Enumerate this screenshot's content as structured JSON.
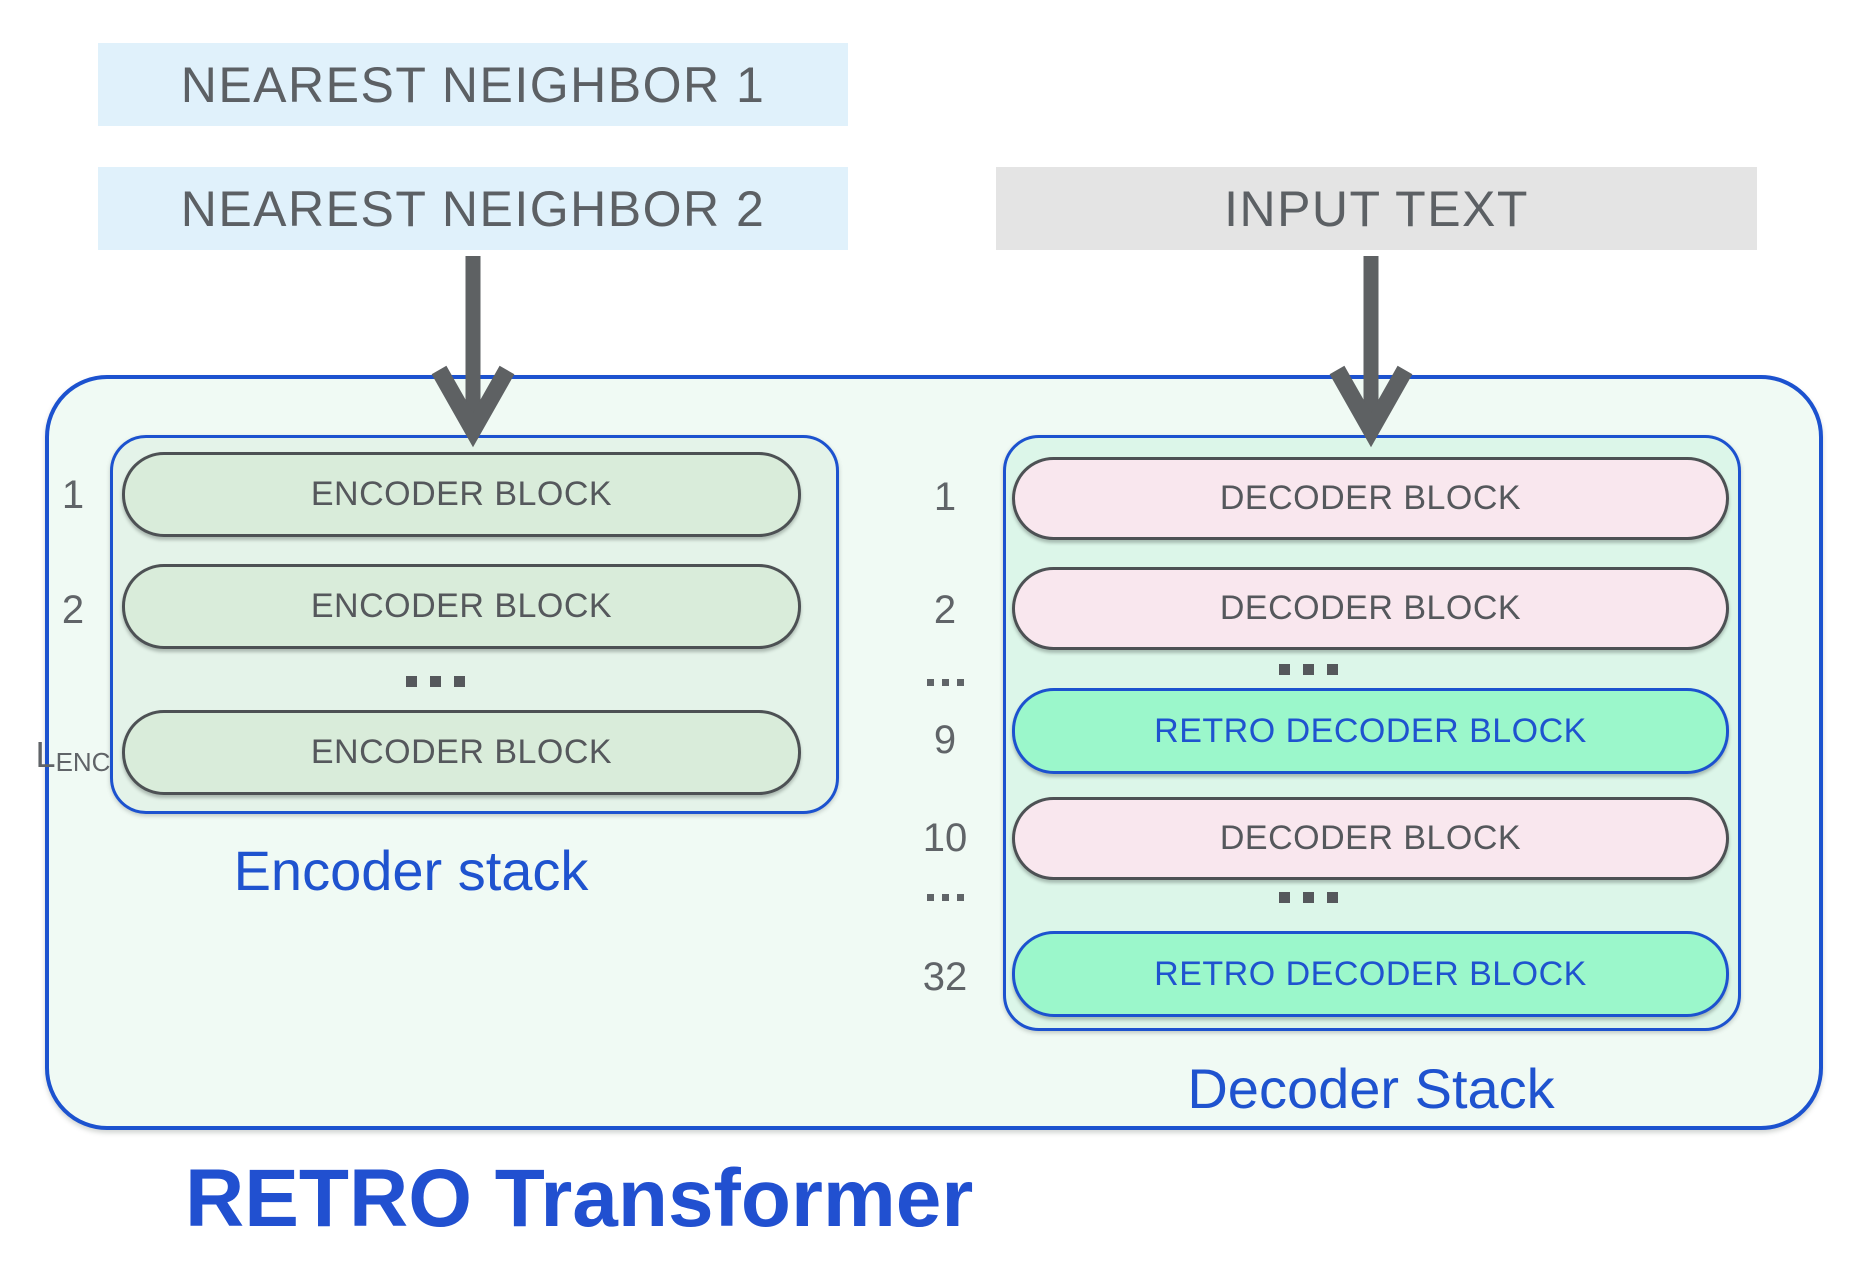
{
  "inputs": {
    "nearest_neighbor_1": "NEAREST NEIGHBOR 1",
    "nearest_neighbor_2": "NEAREST NEIGHBOR 2",
    "input_text": "INPUT TEXT"
  },
  "retro_transformer": {
    "title": "RETRO Transformer",
    "encoder_stack": {
      "label": "Encoder stack",
      "indices": {
        "first": "1",
        "second": "2",
        "last_base": "L",
        "last_subscript": "ENC"
      },
      "blocks": [
        {
          "label": "ENCODER BLOCK"
        },
        {
          "label": "ENCODER BLOCK"
        },
        {
          "label": "ENCODER BLOCK"
        }
      ],
      "ellipsis": "..."
    },
    "decoder_stack": {
      "label": "Decoder Stack",
      "rows": [
        {
          "index": "1",
          "label": "DECODER BLOCK",
          "variant": "decoder"
        },
        {
          "index": "2",
          "label": "DECODER BLOCK",
          "variant": "decoder"
        },
        {
          "index": "...",
          "label": "...",
          "variant": "ellipsis"
        },
        {
          "index": "9",
          "label": "RETRO DECODER BLOCK",
          "variant": "retro"
        },
        {
          "index": "10",
          "label": "DECODER BLOCK",
          "variant": "decoder"
        },
        {
          "index": "...",
          "label": "...",
          "variant": "ellipsis"
        },
        {
          "index": "32",
          "label": "RETRO DECODER BLOCK",
          "variant": "retro"
        }
      ]
    }
  },
  "colors": {
    "accent_blue": "#1c52cf",
    "blue_text": "#1f53cf",
    "outer_bg": "#f0faf4",
    "encoder_stack_bg": "#e4f3e9",
    "decoder_stack_bg": "#dcf6e9",
    "encoder_block_bg": "#d9ecda",
    "decoder_block_bg": "#f9e7ee",
    "retro_block_bg": "#9bf7cb",
    "nearest_neighbor_box_bg": "#e0f1fb",
    "input_box_bg": "#e4e4e4",
    "gray_text": "#5c6064",
    "arrow_gray": "#5e6163",
    "block_border": "#4d5154"
  }
}
